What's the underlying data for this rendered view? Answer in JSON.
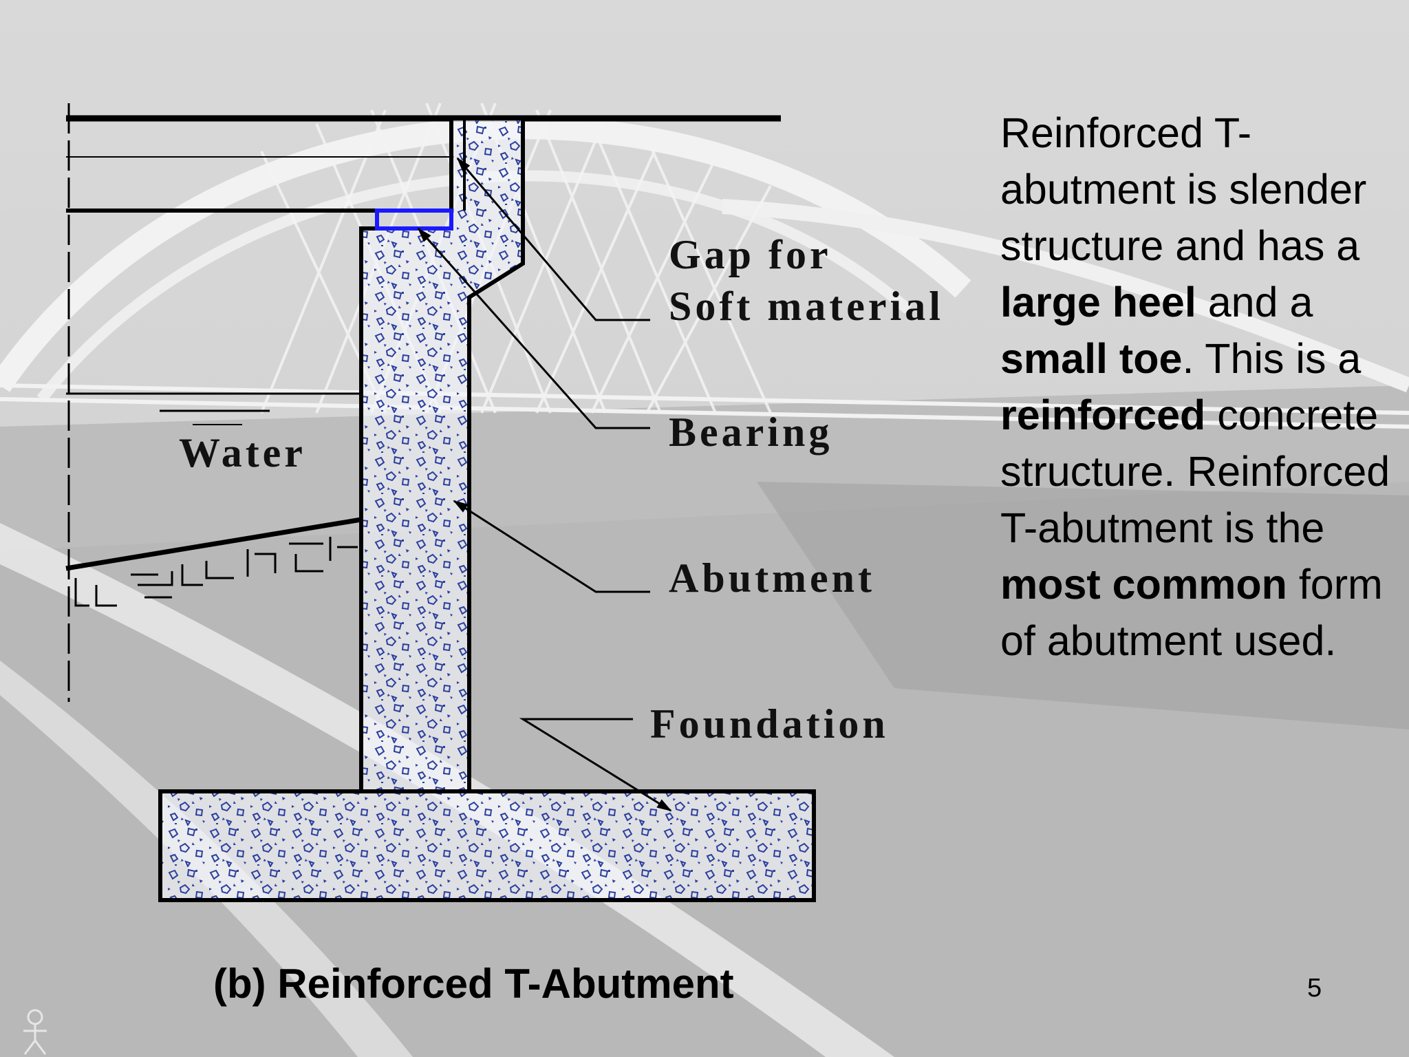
{
  "labels": {
    "gap_line1": "Gap for",
    "gap_line2": "Soft material",
    "bearing": "Bearing",
    "abutment": "Abutment",
    "foundation": "Foundation",
    "water": "Water"
  },
  "caption": "(b) Reinforced T-Abutment",
  "description": {
    "p1": "Reinforced T-abutment is slender structure and has a ",
    "b1": "large heel",
    "p2": " and a ",
    "b2": "small toe",
    "p3": ". This is a ",
    "b3": "reinforced",
    "p4": " concrete structure. Reinforced T-abutment is the ",
    "b4": "most common",
    "p5": " form of abutment used."
  },
  "page_number": "5",
  "colors": {
    "bearing_pad": "#1a1aff",
    "aggregate": "#2b3f9e",
    "outline": "#000000"
  }
}
